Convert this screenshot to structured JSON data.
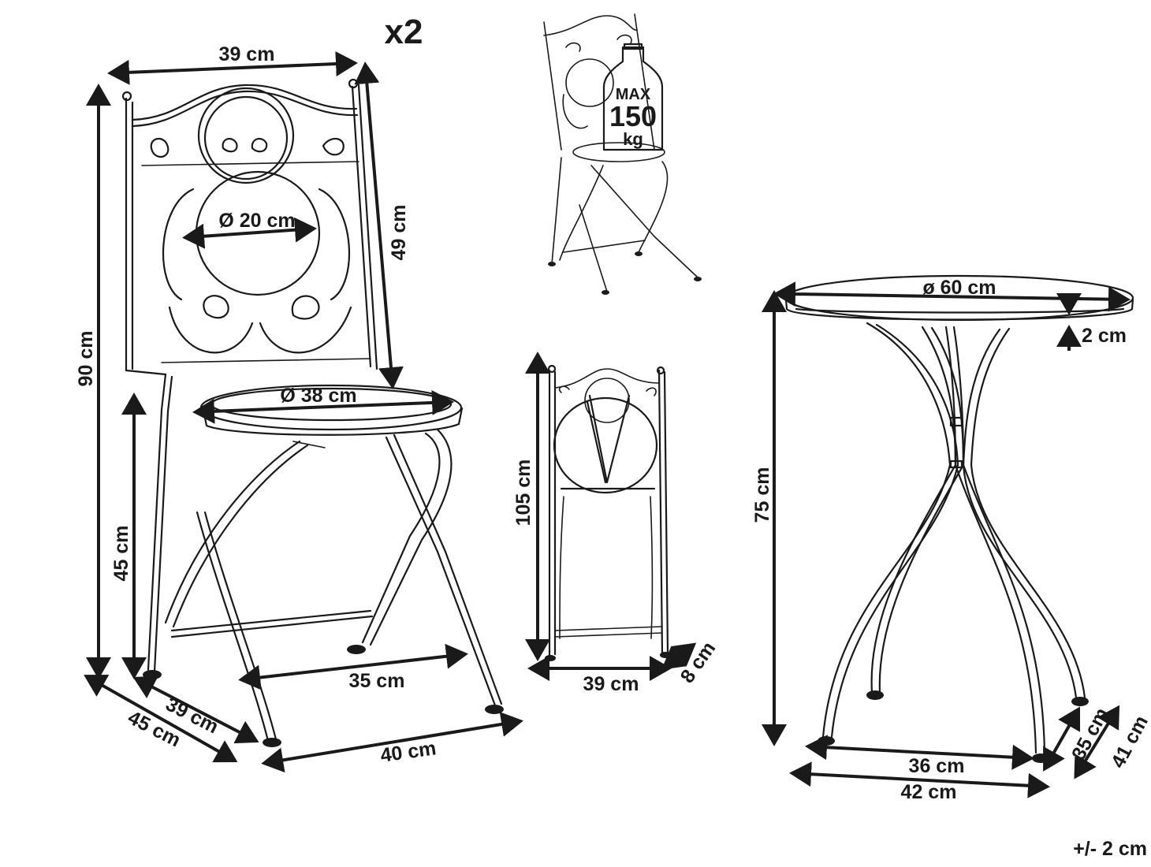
{
  "quantity_label": "x2",
  "tolerance_label": "+/- 2 cm",
  "weight_badge": {
    "line1": "MAX",
    "line2": "150",
    "line3": "kg"
  },
  "chair_dimensions": {
    "width_top": "39 cm",
    "height_total": "90 cm",
    "backrest_height": "49 cm",
    "back_circle_diameter": "Ø 20 cm",
    "seat_diameter": "Ø 38 cm",
    "seat_height": "45 cm",
    "foot_span": "35 cm",
    "depth_inner": "39 cm",
    "depth_outer": "45 cm",
    "width_bottom": "40 cm"
  },
  "folded_chair_dimensions": {
    "height": "105 cm",
    "width": "39 cm",
    "thickness": "8 cm"
  },
  "table_dimensions": {
    "top_diameter": "ø 60 cm",
    "top_thickness": "2 cm",
    "height": "75 cm",
    "inner_span": "36 cm",
    "outer_span": "42 cm",
    "depth_inner": "35 cm",
    "depth_outer": "41 cm"
  }
}
